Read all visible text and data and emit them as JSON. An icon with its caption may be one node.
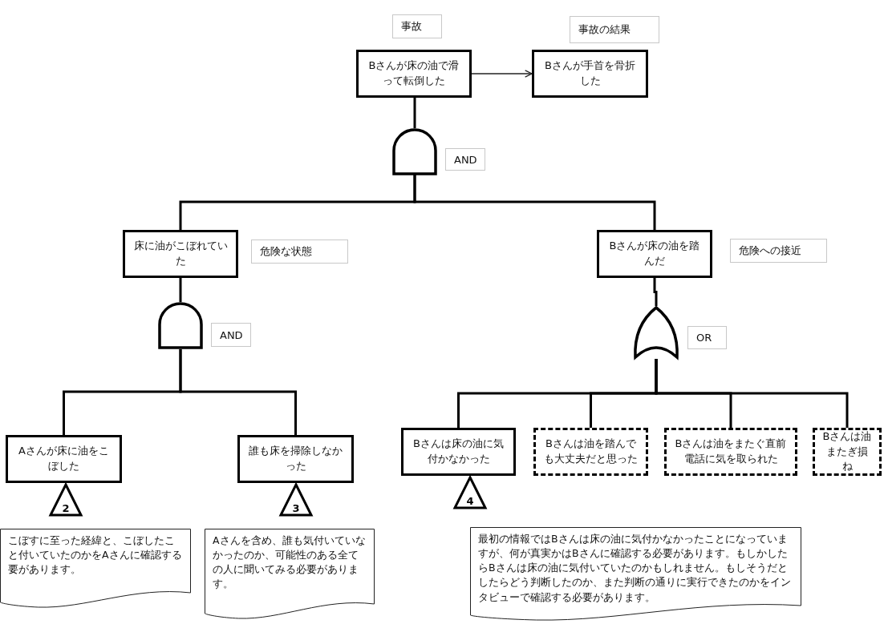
{
  "diagram": {
    "nodes": [
      {
        "text": [
          "Bさんが床の油で滑って転倒した"
        ],
        "beside": [
          "事故"
        ]
      },
      {
        "text": [
          "Bさんが手首を骨折した"
        ],
        "beside": [
          "事故の結果"
        ]
      },
      {
        "text": [],
        "shape": "and-gate",
        "beside": [
          "AND"
        ]
      },
      {
        "text": [
          "床に油がこぼれていた"
        ],
        "beside": [
          "危険な状態"
        ]
      },
      {
        "text": [
          "Bさんが床の油を踏んだ"
        ],
        "beside": [
          "危険への接近"
        ]
      },
      {
        "text": [],
        "shape": "and-gate",
        "beside": [
          "AND"
        ]
      },
      {
        "text": [],
        "shape": "or-gate",
        "beside": [
          "OR"
        ]
      },
      {
        "text": [
          "Aさんが床に油をこぼした"
        ]
      },
      {
        "text": [
          "誰も床を掃除しなかった"
        ]
      },
      {
        "text": [
          "Bさんは床の油に気付かなかった"
        ]
      },
      {
        "text": [
          "Bさんは油を踏んでも大丈夫だと思った"
        ]
      },
      {
        "text": [
          "Bさんは油をまたぐ直前電話に気を取られた"
        ]
      },
      {
        "text": [
          "Bさんは油またぎ損ね"
        ]
      },
      {
        "text": [
          "2"
        ]
      },
      {
        "text": [
          "3"
        ]
      },
      {
        "text": [
          "4"
        ]
      },
      {
        "text": [
          "こぼすに至った経緯と、こぼしたこと付いていたのかをAさんに確認する要があります。"
        ]
      },
      {
        "text": [
          "Aさんを含め、誰も気付いていなかったのか、可能性のある全ての人に聞いてみる必要があります。"
        ]
      },
      {
        "text": [
          "最初の情報ではBさんは床の油に気付かなかったことになっていますが、何が真実かはBさんに確認する必要があります。もしかしたらBさんは床の油に気付いていたのかもしれません。もしそうだとしたらどう判断したのか、また判断の通りに実行できたのかをインタビューで確認する必要があります。"
        ]
      }
    ],
    "edges": [
      {
        "from": 0,
        "to": 1,
        "arrow": "to"
      },
      {
        "from": 2,
        "to": 0,
        "arrow": "none"
      },
      {
        "from": 2,
        "to": 3,
        "arrow": "none"
      },
      {
        "from": 2,
        "to": 4,
        "arrow": "none"
      },
      {
        "from": 3,
        "to": 5,
        "arrow": "none"
      },
      {
        "from": 5,
        "to": 7,
        "arrow": "none"
      },
      {
        "from": 5,
        "to": 8,
        "arrow": "none"
      },
      {
        "from": 4,
        "to": 6,
        "arrow": "none"
      },
      {
        "from": 6,
        "to": 9,
        "arrow": "none"
      },
      {
        "from": 6,
        "to": 10,
        "arrow": "none"
      },
      {
        "from": 6,
        "to": 11,
        "arrow": "none"
      },
      {
        "from": 6,
        "to": 12,
        "arrow": "none"
      }
    ]
  }
}
